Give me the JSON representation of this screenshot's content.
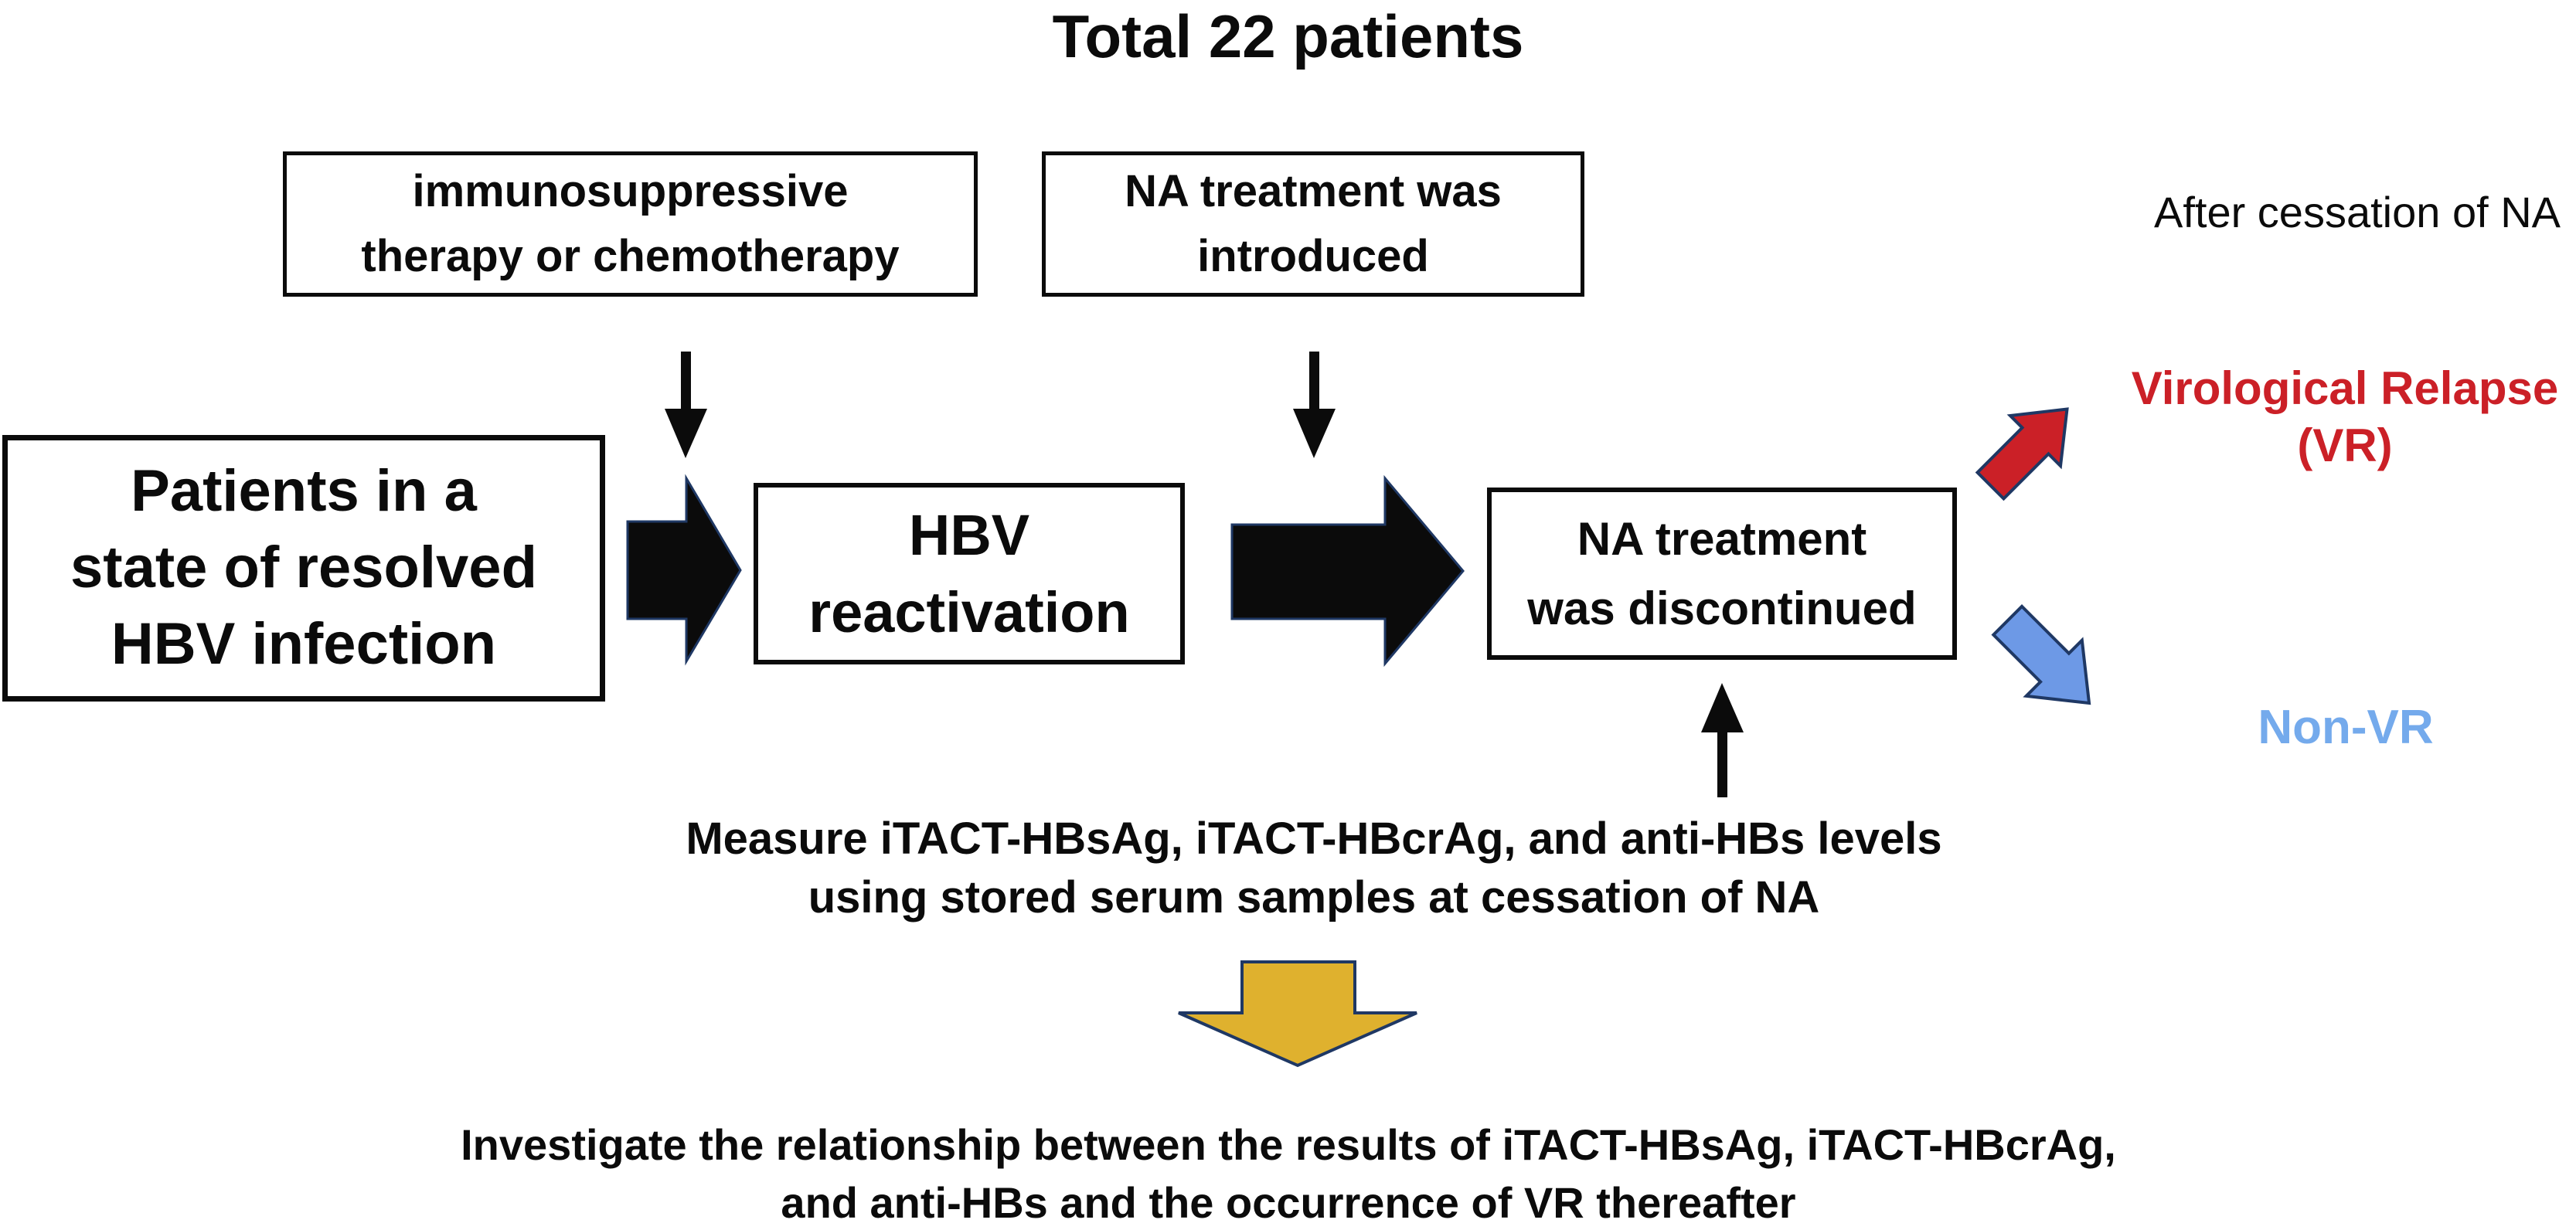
{
  "title": "Total 22 patients",
  "colors": {
    "black": "#0b0b0b",
    "navy": "#1f3864",
    "red": "#cb2027",
    "gold": "#dfb12e",
    "blue_arrow": "#6d99e6",
    "blue_text": "#74aaec"
  },
  "boxes": {
    "immunotherapy": {
      "line1": "immunosuppressive",
      "line2": "therapy or chemotherapy"
    },
    "na_introduced": {
      "line1": "NA treatment was",
      "line2": "introduced"
    },
    "resolved_hbv": {
      "line1": "Patients in a",
      "line2": "state of resolved",
      "line3": "HBV infection"
    },
    "hbv_reactivation": {
      "line1": "HBV",
      "line2": "reactivation"
    },
    "na_discontinued": {
      "line1": "NA treatment",
      "line2": "was discontinued"
    }
  },
  "labels": {
    "after_cessation": "After cessation of NA",
    "vr_line1": "Virological Relapse",
    "vr_line2": "(VR)",
    "non_vr": "Non-VR",
    "measure_line1": "Measure iTACT-HBsAg, iTACT-HBcrAg, and anti-HBs levels",
    "measure_line2": "using stored serum samples at cessation of NA",
    "investigate_line1": "Investigate the relationship between the results of iTACT-HBsAg, iTACT-HBcrAg,",
    "investigate_line2": "and anti-HBs and the occurrence of VR thereafter"
  },
  "icons": {
    "thin_down_arrow": "black thin down arrow",
    "thin_up_arrow": "black thin up arrow",
    "big_right_arrow": "black block right arrow",
    "red_up_right_arrow": "red block arrow pointing up-right",
    "blue_down_right_arrow": "blue block arrow pointing down-right",
    "gold_down_arrow": "gold block down arrow"
  }
}
